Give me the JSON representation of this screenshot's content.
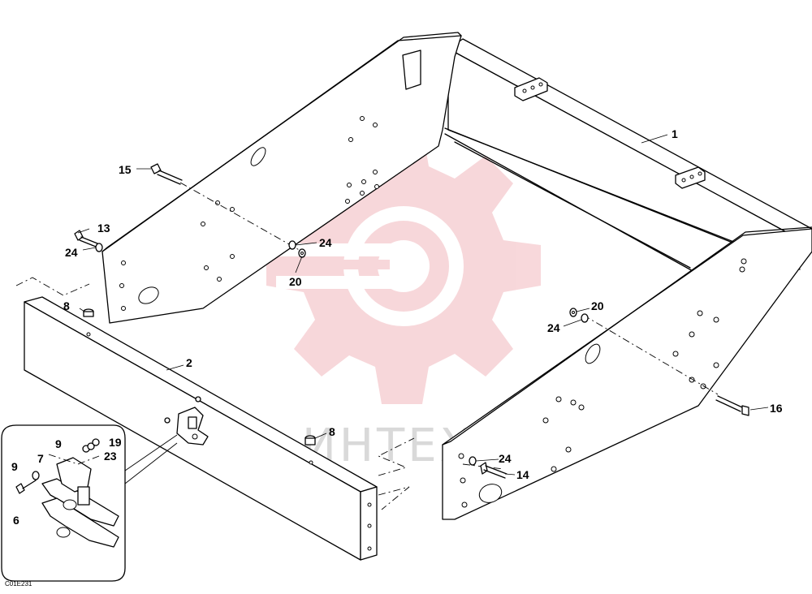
{
  "drawing": {
    "code": "C01E231",
    "watermark_text": "ИНТЕХ"
  },
  "callouts": [
    {
      "id": "c1",
      "label": "1"
    },
    {
      "id": "c2",
      "label": "2"
    },
    {
      "id": "c6",
      "label": "6"
    },
    {
      "id": "c7",
      "label": "7"
    },
    {
      "id": "c8a",
      "label": "8"
    },
    {
      "id": "c8b",
      "label": "8"
    },
    {
      "id": "c9a",
      "label": "9"
    },
    {
      "id": "c9b",
      "label": "9"
    },
    {
      "id": "c13",
      "label": "13"
    },
    {
      "id": "c14",
      "label": "14"
    },
    {
      "id": "c15",
      "label": "15"
    },
    {
      "id": "c16",
      "label": "16"
    },
    {
      "id": "c19",
      "label": "19"
    },
    {
      "id": "c20a",
      "label": "20"
    },
    {
      "id": "c20b",
      "label": "20"
    },
    {
      "id": "c23",
      "label": "23"
    },
    {
      "id": "c24a",
      "label": "24"
    },
    {
      "id": "c24b",
      "label": "24"
    },
    {
      "id": "c24c",
      "label": "24"
    },
    {
      "id": "c24d",
      "label": "24"
    }
  ],
  "colors": {
    "line": "#000000",
    "watermark_red": "#f2b8bd",
    "watermark_text": "#d9d9d9"
  }
}
